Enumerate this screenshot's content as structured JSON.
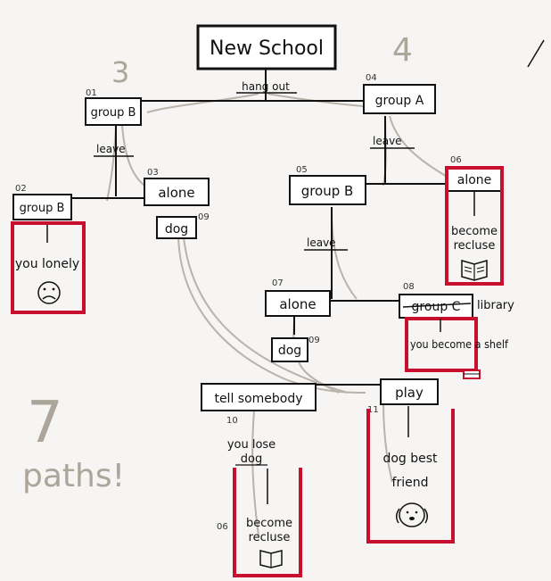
{
  "nodes": {
    "new_school": "New School",
    "n01": {
      "num": "01",
      "label": "group B"
    },
    "n02": {
      "num": "02",
      "label": "group B"
    },
    "n03": {
      "num": "03",
      "label": "alone"
    },
    "n04": {
      "num": "04",
      "label": "group A"
    },
    "n05": {
      "num": "05",
      "label": "group B"
    },
    "n06": {
      "num": "06",
      "label": "alone"
    },
    "n07": {
      "num": "07",
      "label": "alone"
    },
    "n08": {
      "num": "08",
      "label": "group C",
      "extra": "library"
    },
    "dog_top": {
      "num": "09",
      "label": "dog"
    },
    "dog_mid": {
      "num": "09",
      "label": "dog"
    },
    "tell": {
      "num": "10",
      "label": "tell somebody"
    },
    "play": {
      "num": "11",
      "label": "play"
    }
  },
  "edge_labels": {
    "hangout": "hang out",
    "leave_left": "leave",
    "leave_right": "leave",
    "leave_mid": "leave"
  },
  "outcomes": {
    "lonely": "you lonely",
    "recluse_top": [
      "become",
      "recluse"
    ],
    "shelf": "you become a shelf",
    "lose_dog": [
      "you lose",
      "dog"
    ],
    "recluse_bottom": {
      "num": "06",
      "lines": [
        "become",
        "recluse"
      ]
    },
    "dog_friend": [
      "dog best",
      "friend"
    ]
  },
  "annotations": {
    "three": "3",
    "four": "4",
    "seven": "7",
    "paths": "paths!"
  },
  "colors": {
    "ink": "#111111",
    "outcome_border": "#c8102e",
    "pencil": "#aba59a"
  }
}
